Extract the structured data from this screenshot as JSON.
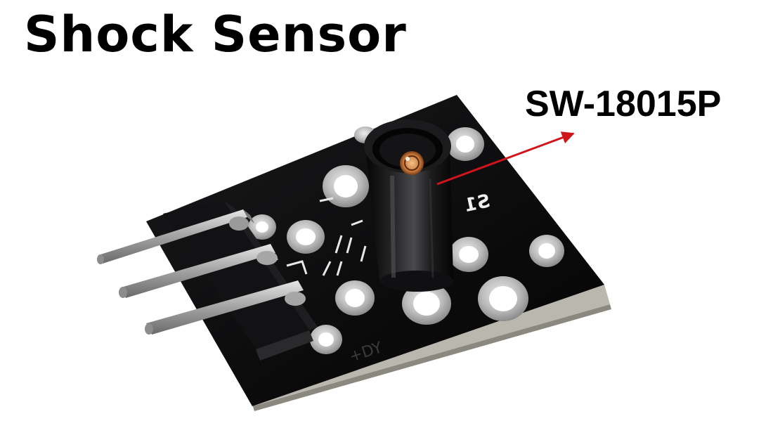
{
  "title": "Shock Sensor",
  "callout": {
    "label": "SW-18015P",
    "arrow_color": "#d0141b"
  },
  "board": {
    "silkscreen_text": "S1"
  },
  "colors": {
    "pcb": "#0b0b0c",
    "pcb_edge": "#b9b7ae",
    "pin_metal": "#a9a9a9",
    "pad_metal": "#c4c4c4",
    "contact_copper": "#c87a3c"
  }
}
